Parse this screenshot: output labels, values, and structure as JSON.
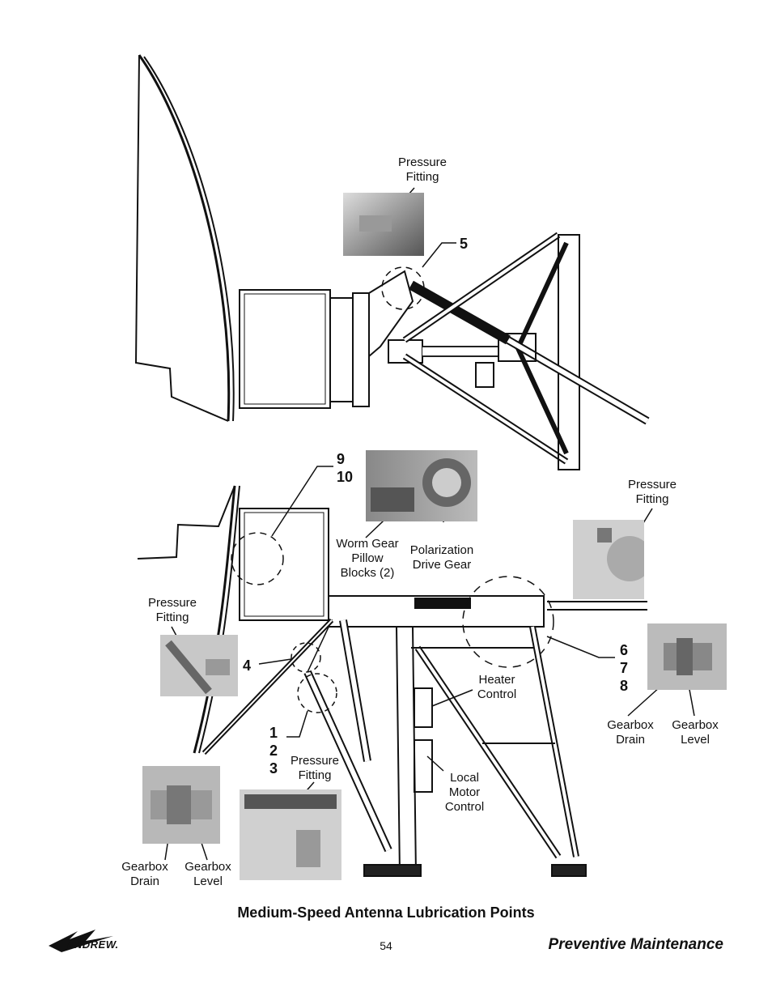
{
  "labels": {
    "pressure_top": "Pressure\nFitting",
    "num_5": "5",
    "num_9_10": "9\n10",
    "worm_gear": "Worm Gear\nPillow\nBlocks (2)",
    "polarization": "Polarization\nDrive Gear",
    "pressure_right": "Pressure\nFitting",
    "pressure_left": "Pressure\nFitting",
    "num_4": "4",
    "num_678": "6\n7\n8",
    "heater": "Heater\nControl",
    "gearbox_drain_right": "Gearbox\nDrain",
    "gearbox_level_right": "Gearbox\nLevel",
    "num_123": "1\n2\n3",
    "pressure_bottom": "Pressure\nFitting",
    "local_motor": "Local\nMotor\nControl",
    "gearbox_drain_left": "Gearbox\nDrain",
    "gearbox_level_left": "Gearbox\nLevel"
  },
  "caption": "Medium-Speed Antenna Lubrication Points",
  "footer": {
    "logo_text": "ANDREW.",
    "page_number": "54",
    "section_title": "Preventive Maintenance"
  }
}
